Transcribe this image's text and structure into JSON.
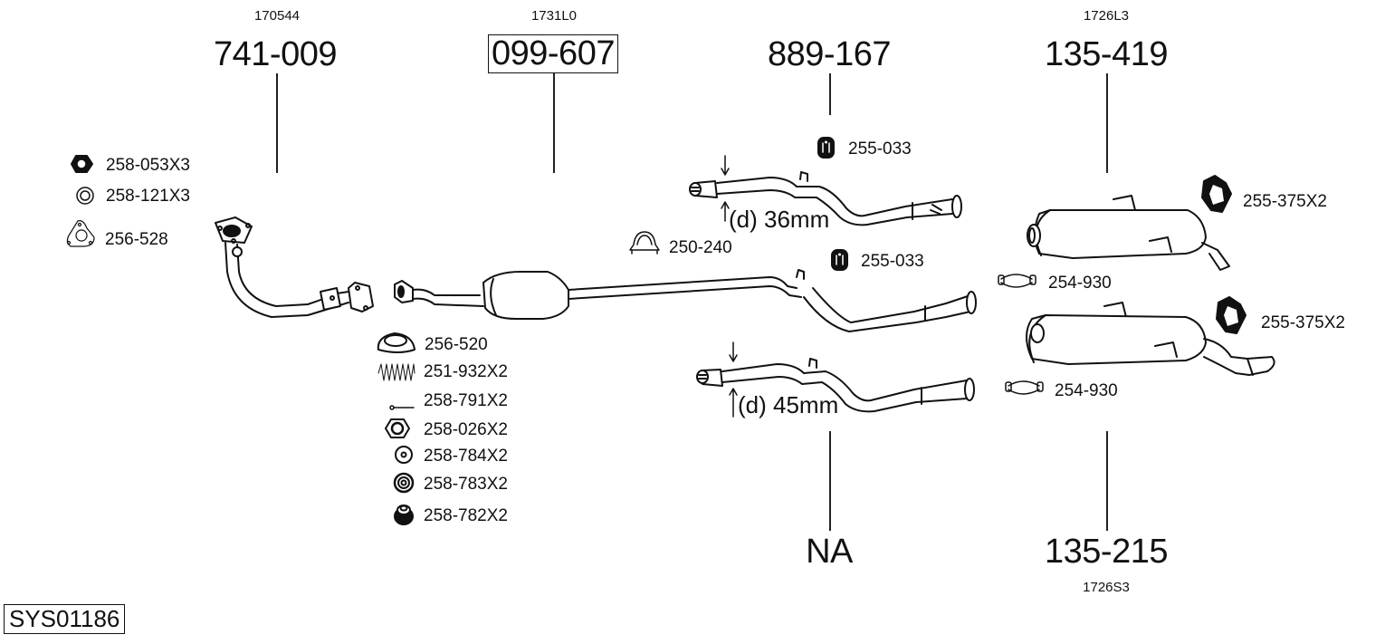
{
  "diagram": {
    "title": "Exhaust system parts diagram",
    "system_id": "SYS01186",
    "top_groups": [
      {
        "ref_code": "170544",
        "part_number": "741-009",
        "boxed": false
      },
      {
        "ref_code": "1731L0",
        "part_number": "099-607",
        "boxed": true
      },
      {
        "ref_code": "",
        "part_number": "889-167",
        "boxed": false
      },
      {
        "ref_code": "1726L3",
        "part_number": "135-419",
        "boxed": false
      }
    ],
    "bottom_groups": [
      {
        "ref_code": "",
        "part_number": "NA"
      },
      {
        "ref_code": "1726S3",
        "part_number": "135-215"
      }
    ],
    "front_pipe_accessories": [
      {
        "part": "258-053X3",
        "icon": "hex-nut-icon"
      },
      {
        "part": "258-121X3",
        "icon": "washer-ring-icon"
      },
      {
        "part": "256-528",
        "icon": "triangle-gasket-icon"
      }
    ],
    "catalyst_accessories": [
      {
        "part": "256-520",
        "icon": "cone-gasket-icon"
      },
      {
        "part": "251-932X2",
        "icon": "spring-icon"
      },
      {
        "part": "258-791X2",
        "icon": "bolt-icon"
      },
      {
        "part": "258-026X2",
        "icon": "hex-nut-icon"
      },
      {
        "part": "258-784X2",
        "icon": "washer-icon"
      },
      {
        "part": "258-783X2",
        "icon": "double-washer-icon"
      },
      {
        "part": "258-782X2",
        "icon": "stacked-washer-icon"
      }
    ],
    "middle_accessories": {
      "clamp": "250-240",
      "rubber_mount_upper": "255-033",
      "rubber_mount_lower": "255-033"
    },
    "rear_accessories": {
      "mount_upper": "255-375X2",
      "clamp_upper": "254-930",
      "mount_lower": "255-375X2",
      "clamp_lower": "254-930"
    },
    "dimensions": {
      "upper_pipe": "(d) 36mm",
      "lower_pipe": "(d) 45mm"
    }
  }
}
